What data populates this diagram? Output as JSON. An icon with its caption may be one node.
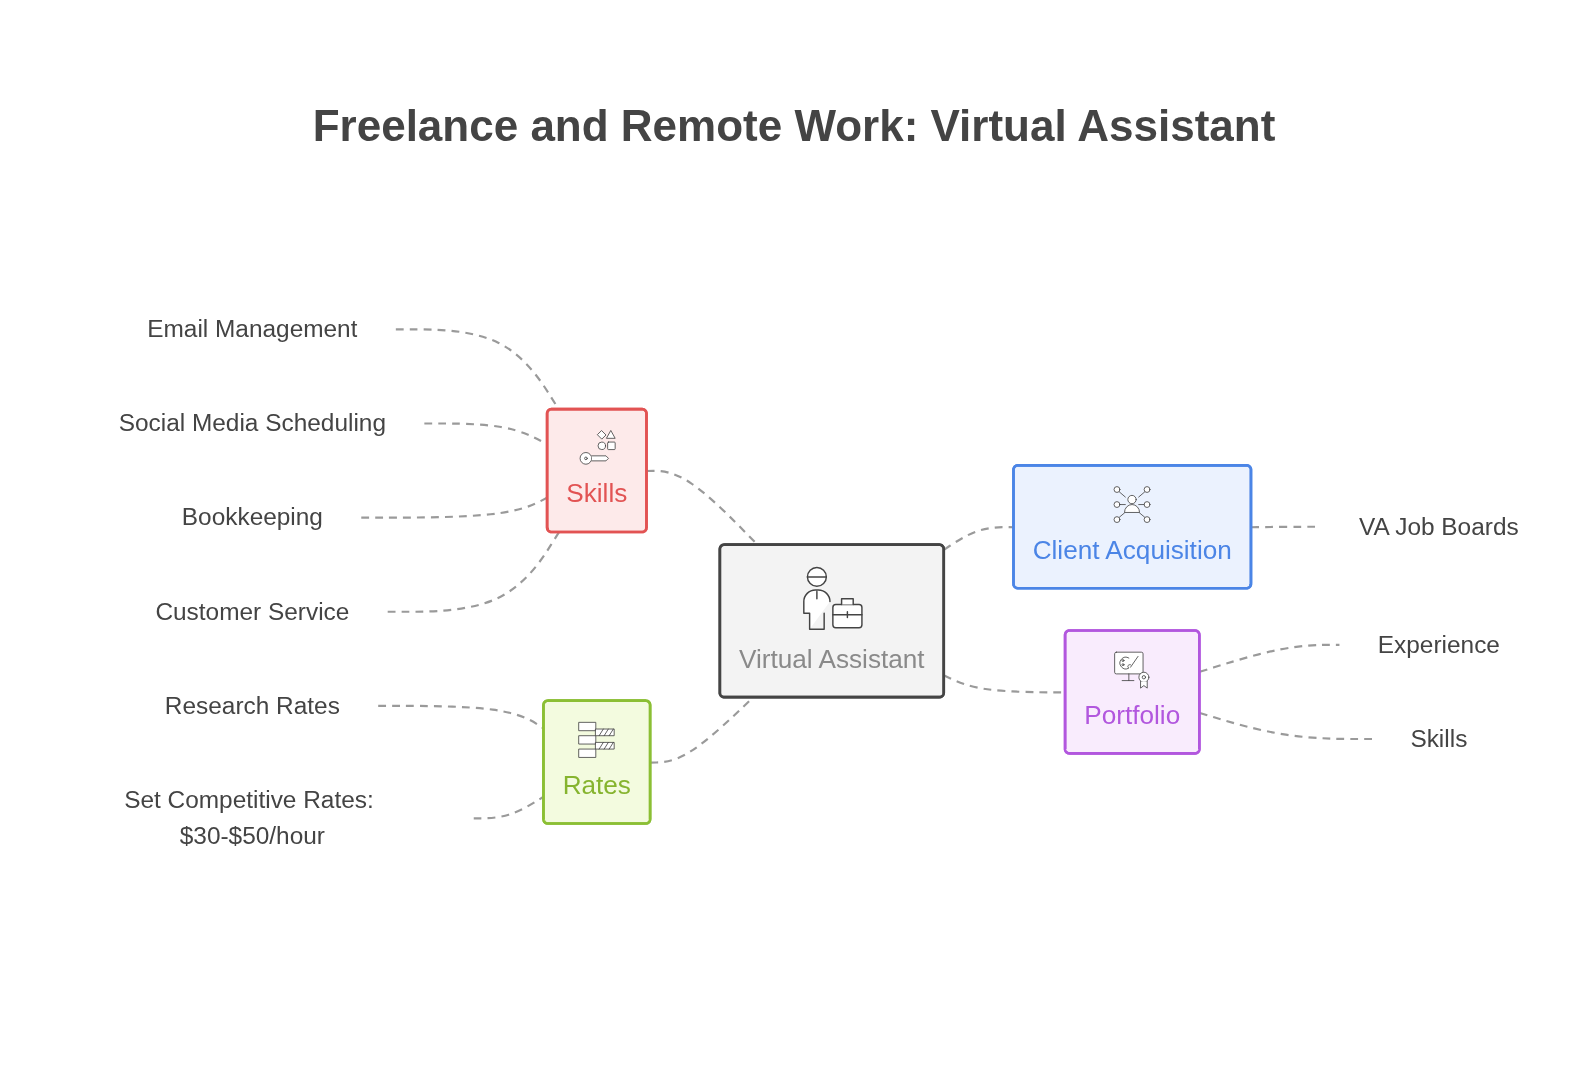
{
  "diagram": {
    "title": "Freelance and Remote Work: Virtual Assistant",
    "nodes": [
      {
        "text": [
          "Skills"
        ]
      },
      {
        "text": [
          "Email Management"
        ]
      },
      {
        "text": [
          "Social Media Scheduling"
        ]
      },
      {
        "text": [
          "Bookkeeping"
        ]
      },
      {
        "text": [
          "Customer Service"
        ]
      },
      {
        "text": [
          "Client Acquisition"
        ]
      },
      {
        "text": [
          "VA Job Boards"
        ]
      },
      {
        "text": [
          "Virtual Assistant"
        ]
      },
      {
        "text": [
          "Rates"
        ]
      },
      {
        "text": [
          "Portfolio"
        ]
      },
      {
        "text": [
          "Research Rates"
        ]
      },
      {
        "text": [
          "Set Competitive Rates: $30-$50/hour"
        ]
      },
      {
        "text": [
          "Experience"
        ]
      },
      {
        "text": [
          "Skills"
        ]
      }
    ],
    "edges": [
      {
        "from": 0,
        "to": 7,
        "arrow": "none",
        "style": "dashed"
      },
      {
        "from": 7,
        "to": 5,
        "arrow": "none",
        "style": "dashed"
      },
      {
        "from": 8,
        "to": 7,
        "arrow": "none",
        "style": "dashed"
      },
      {
        "from": 7,
        "to": 9,
        "arrow": "none",
        "style": "dashed"
      },
      {
        "from": 1,
        "to": 0,
        "arrow": "none",
        "style": "dashed"
      },
      {
        "from": 2,
        "to": 0,
        "arrow": "none",
        "style": "dashed"
      },
      {
        "from": 3,
        "to": 0,
        "arrow": "none",
        "style": "dashed"
      },
      {
        "from": 4,
        "to": 0,
        "arrow": "none",
        "style": "dashed"
      },
      {
        "from": 5,
        "to": 6,
        "arrow": "none",
        "style": "dashed"
      },
      {
        "from": 10,
        "to": 8,
        "arrow": "none",
        "style": "dashed"
      },
      {
        "from": 11,
        "to": 8,
        "arrow": "none",
        "style": "dashed"
      },
      {
        "from": 9,
        "to": 12,
        "arrow": "none",
        "style": "dashed"
      },
      {
        "from": 9,
        "to": 13,
        "arrow": "none",
        "style": "dashed"
      }
    ]
  }
}
